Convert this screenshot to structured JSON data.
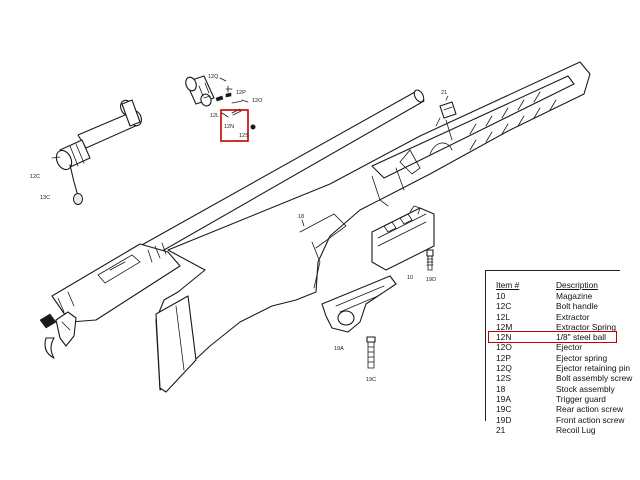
{
  "callouts": {
    "c12C": "12C",
    "c13C": "13C",
    "c12Q": "12Q",
    "c12P": "12P",
    "c12O": "12O",
    "c12L": "12L",
    "c12N": "12N",
    "c12S": "12S",
    "c21": "21",
    "c18": "18",
    "c10": "10",
    "c19D": "19D",
    "c19A": "19A",
    "c19C": "19C"
  },
  "table": {
    "header": {
      "item": "Item #",
      "description": "Description"
    },
    "rows": [
      {
        "item": "10",
        "description": "Magazine"
      },
      {
        "item": "12C",
        "description": "Bolt handle"
      },
      {
        "item": "12L",
        "description": "Extractor"
      },
      {
        "item": "12M",
        "description": "Extractor Spring"
      },
      {
        "item": "12N",
        "description": "1/8\" steel ball"
      },
      {
        "item": "12O",
        "description": "Ejector"
      },
      {
        "item": "12P",
        "description": "Ejector spring"
      },
      {
        "item": "12Q",
        "description": "Ejector retaining pin"
      },
      {
        "item": "12S",
        "description": "Bolt assembly screw"
      },
      {
        "item": "18",
        "description": "Stock assembly"
      },
      {
        "item": "19A",
        "description": "Trigger guard"
      },
      {
        "item": "19C",
        "description": "Rear action screw"
      },
      {
        "item": "19D",
        "description": "Front action screw"
      },
      {
        "item": "21",
        "description": "Recoil Lug"
      }
    ],
    "highlighted_item": "12N"
  },
  "colors": {
    "highlight": "#c00000",
    "line": "#1a1a1a"
  }
}
